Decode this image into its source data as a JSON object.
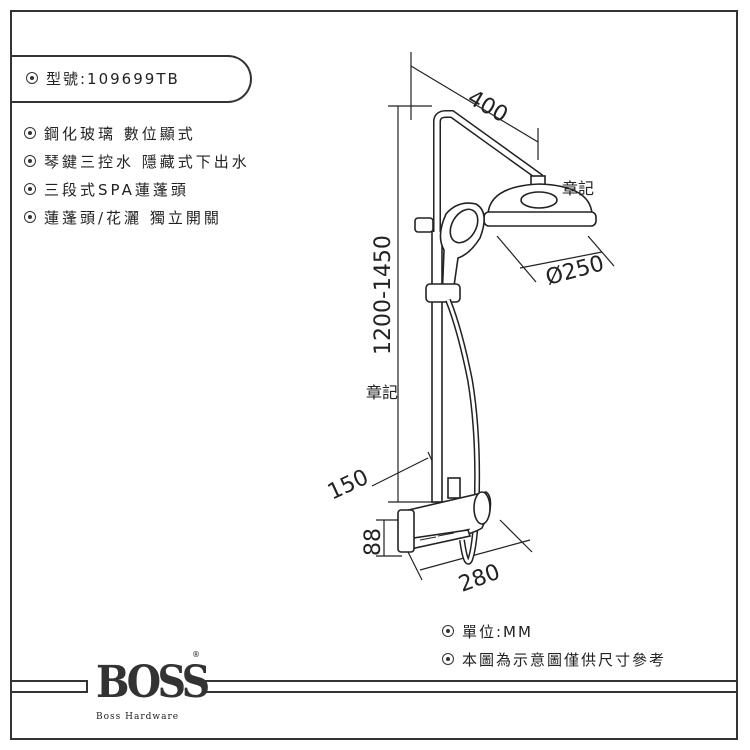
{
  "model": {
    "label": "型號:109699TB"
  },
  "features": [
    "鋼化玻璃  數位顯式",
    "琴鍵三控水  隱藏式下出水",
    "三段式SPA蓮蓬頭",
    "蓮蓬頭/花灑  獨立開關"
  ],
  "dimensions": {
    "arm_length": "400",
    "head_diameter": "Ø250",
    "height_range": "1200-1450",
    "depth": "150",
    "panel_height": "88",
    "panel_width": "280"
  },
  "stamps": [
    "章記",
    "章記"
  ],
  "notes": [
    "單位:MM",
    "本圖為示意圖僅供尺寸參考"
  ],
  "brand": {
    "logo": "BOSS",
    "sub": "Boss Hardware",
    "reg": "®"
  }
}
